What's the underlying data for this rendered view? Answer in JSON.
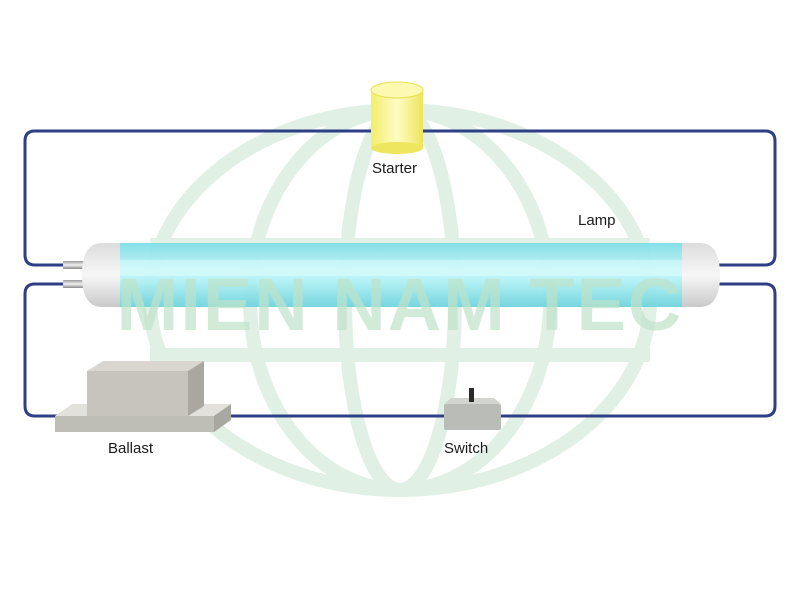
{
  "labels": {
    "starter": "Starter",
    "lamp": "Lamp",
    "ballast": "Ballast",
    "switch": "Switch"
  },
  "watermark": {
    "text": "MIEN NAM TEC"
  },
  "colors": {
    "wire": "#2e3f86",
    "tube": "#8fe6ee",
    "tube_core": "#c4f5f8",
    "starter": "#f6f17a",
    "ballast": "#cdcbc3",
    "switch": "#b6b9b4",
    "watermark": "#d2ead8"
  }
}
